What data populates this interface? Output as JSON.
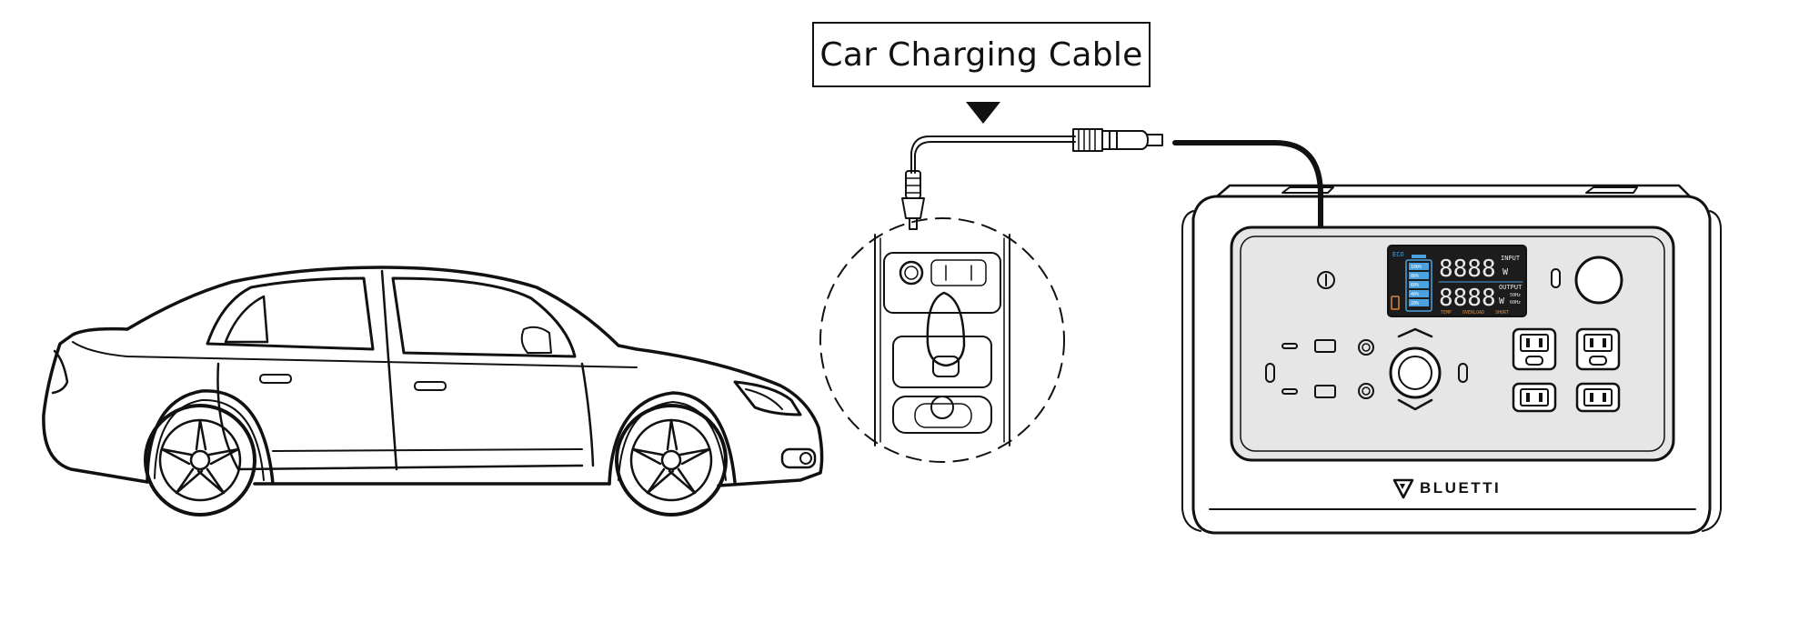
{
  "callout": {
    "label": "Car Charging Cable"
  },
  "brand": {
    "name": "BLUETTI"
  },
  "display": {
    "eco_label": "ECO",
    "battery_levels": [
      "100%",
      "80%",
      "60%",
      "40%",
      "20%"
    ],
    "input_reading": "8888",
    "input_label": "INPUT",
    "input_unit": "W",
    "output_reading": "8888",
    "output_label": "OUTPUT",
    "output_unit": "W",
    "freq_50": "50Hz",
    "freq_60": "60Hz",
    "status_temp": "TEMP",
    "status_overload": "OVERLOAD",
    "status_short": "SHORT"
  },
  "colors": {
    "line": "#111111",
    "panel_fill": "#e6e6e6",
    "screen_fill": "#1c1c1c",
    "lcd_blue": "#4aa3e0",
    "lcd_orange": "#e0873a",
    "lcd_white": "#e8e8e8"
  },
  "icons": [
    "car",
    "car-charging-cable",
    "cigarette-lighter-plug",
    "dc-barrel-plug",
    "power-station",
    "bluetti-logo"
  ]
}
